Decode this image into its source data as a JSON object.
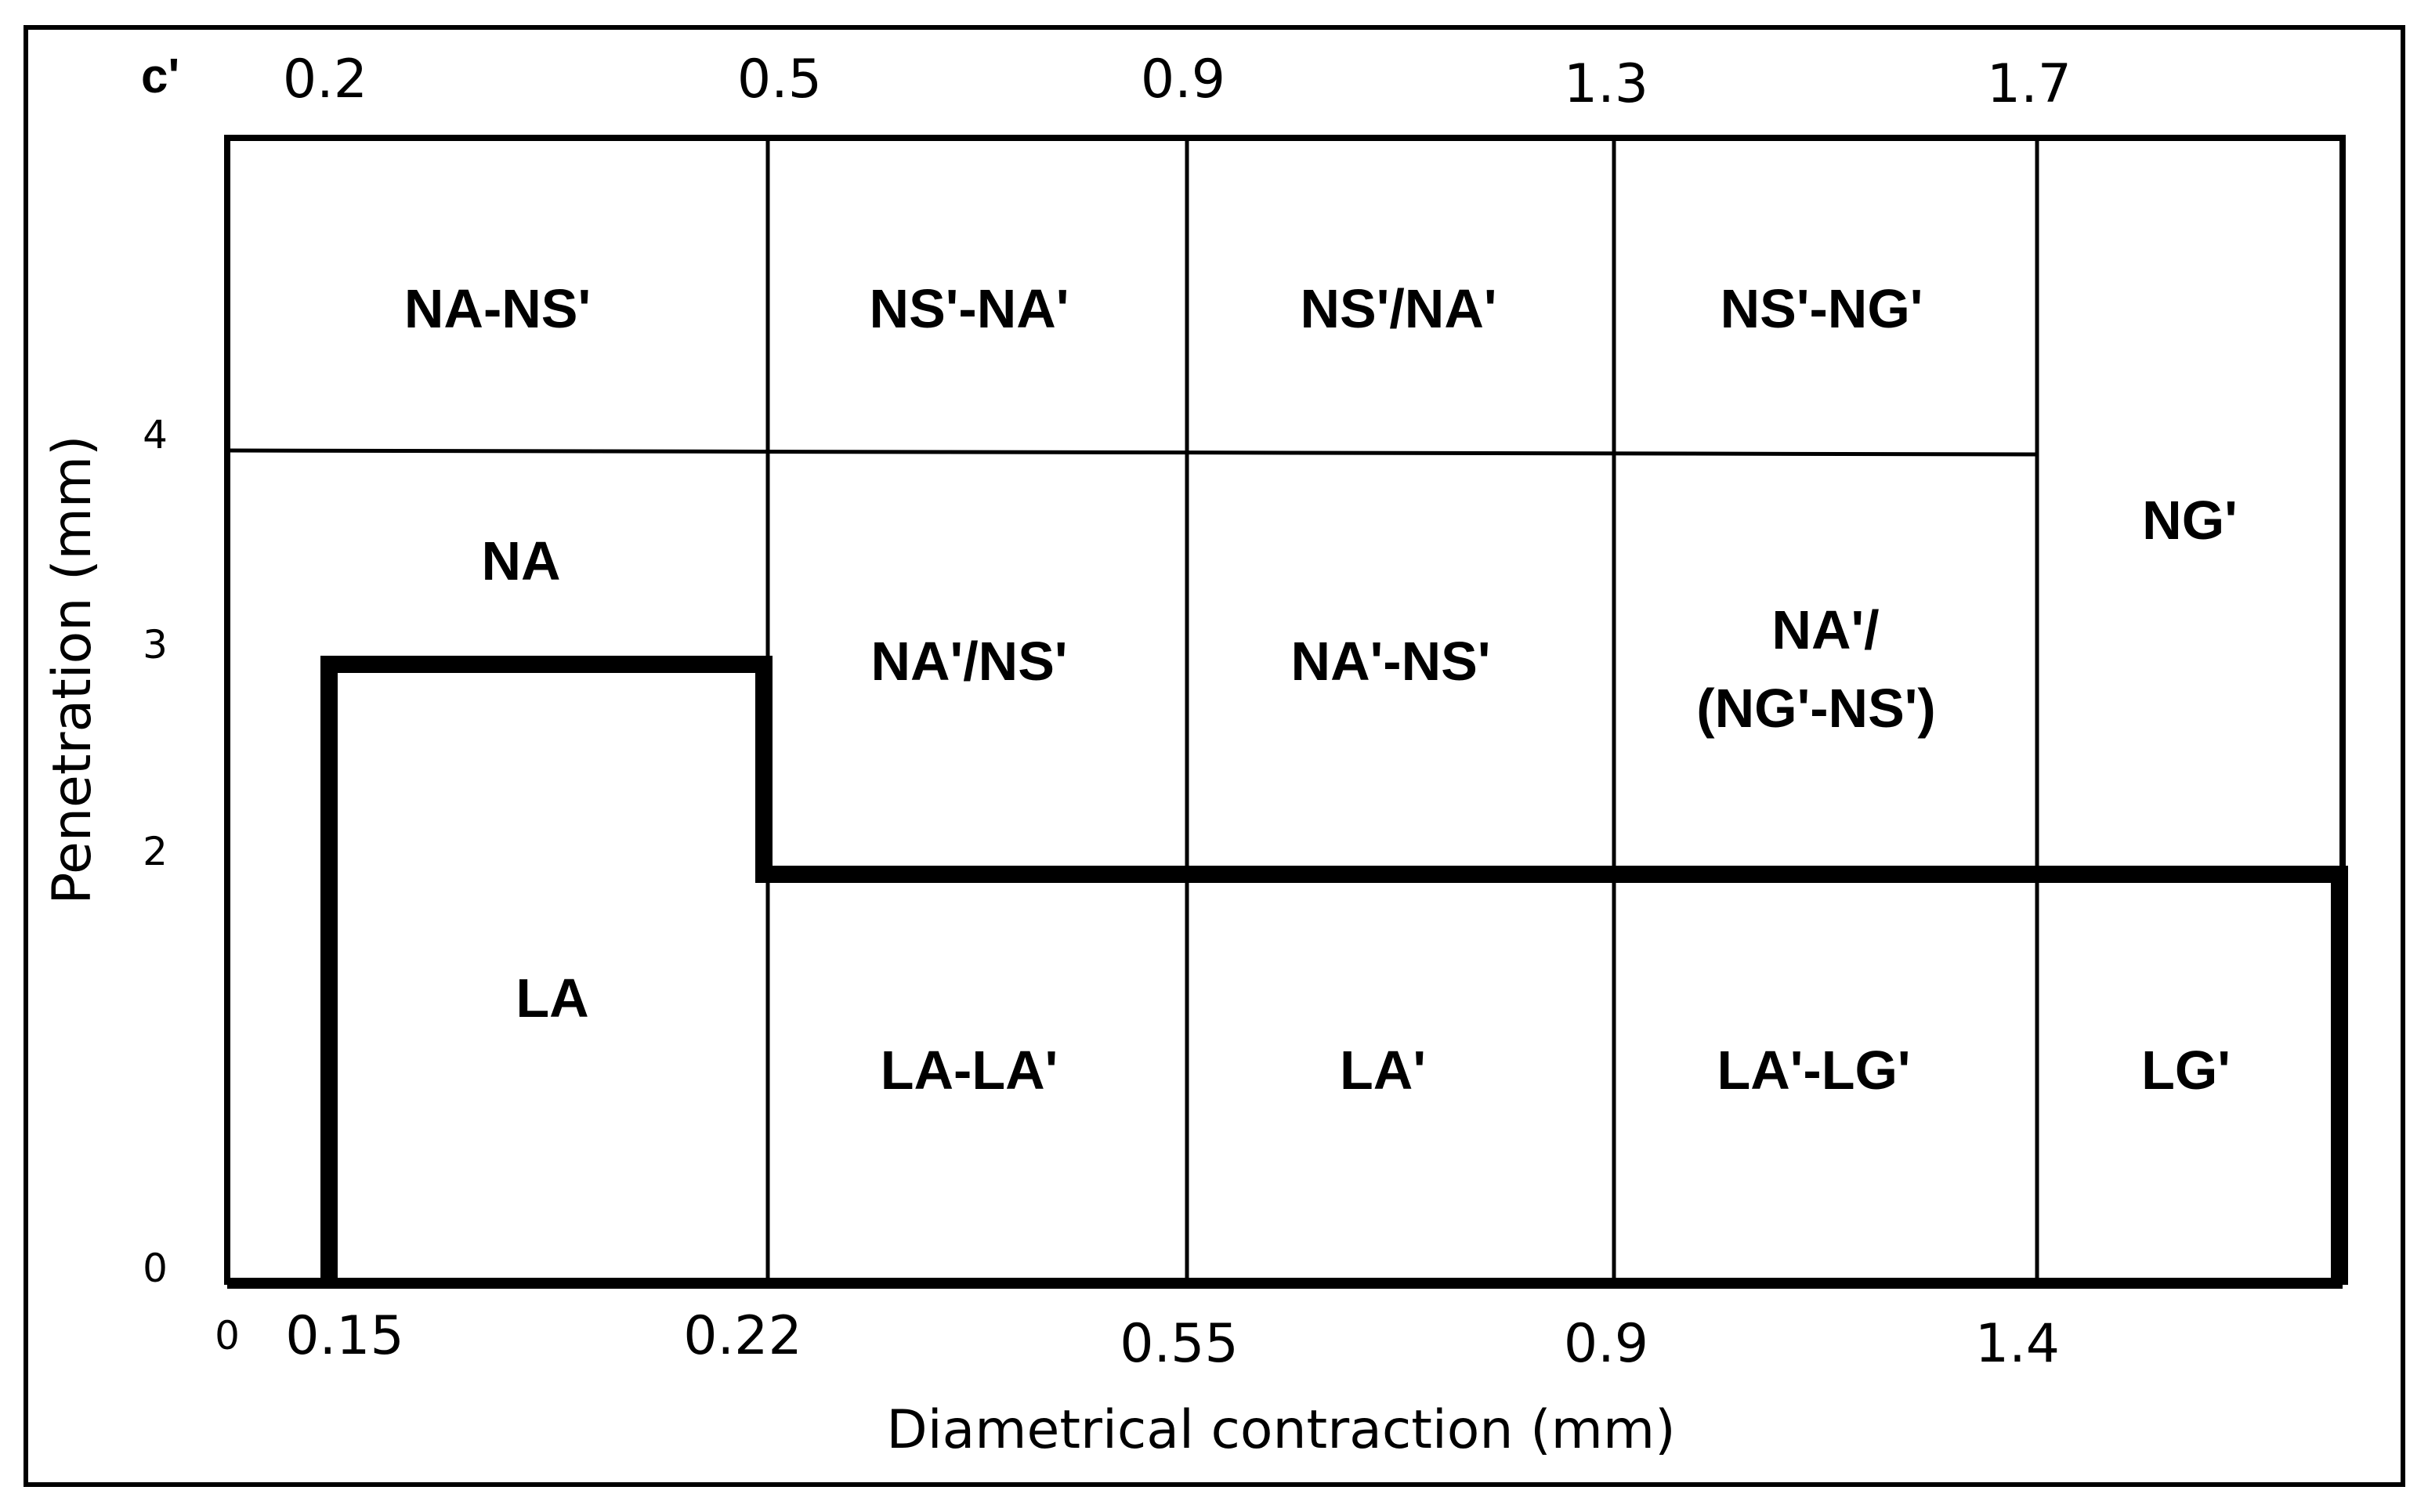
{
  "diagram": {
    "corner_label": "c'",
    "top_ticks": [
      "0.2",
      "0.5",
      "0.9",
      "1.3",
      "1.7"
    ],
    "bottom_ticks": [
      "0",
      "0.15",
      "0.22",
      "0.55",
      "0.9",
      "1.4"
    ],
    "left_ticks": [
      "4",
      "3",
      "2",
      "0"
    ],
    "y_axis_title": "Penetration (mm)",
    "x_axis_title": "Diametrical contraction (mm)",
    "cells": {
      "na_ns": "NA-NS'",
      "ns_na_dash": "NS'-NA'",
      "ns_na_slash": "NS'/NA'",
      "ns_ng": "NS'-NG'",
      "na": "NA",
      "na_ns_slash": "NA'/NS'",
      "na_ns_dash": "NA'-NS'",
      "na_ng_ns_line1": "NA'/",
      "na_ng_ns_line2": "(NG'-NS')",
      "ng": "NG'",
      "la": "LA",
      "la_la": "LA-LA'",
      "la_prime": "LA'",
      "la_lg": "LA'-LG'",
      "lg": "LG'"
    }
  }
}
